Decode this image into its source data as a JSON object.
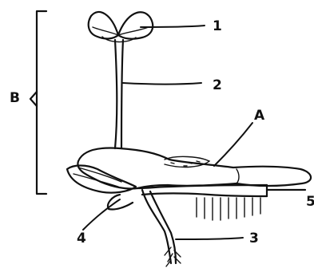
{
  "labels": {
    "B": "B",
    "A": "A",
    "n1": "1",
    "n2": "2",
    "n3": "3",
    "n4": "4",
    "n5": "5"
  }
}
